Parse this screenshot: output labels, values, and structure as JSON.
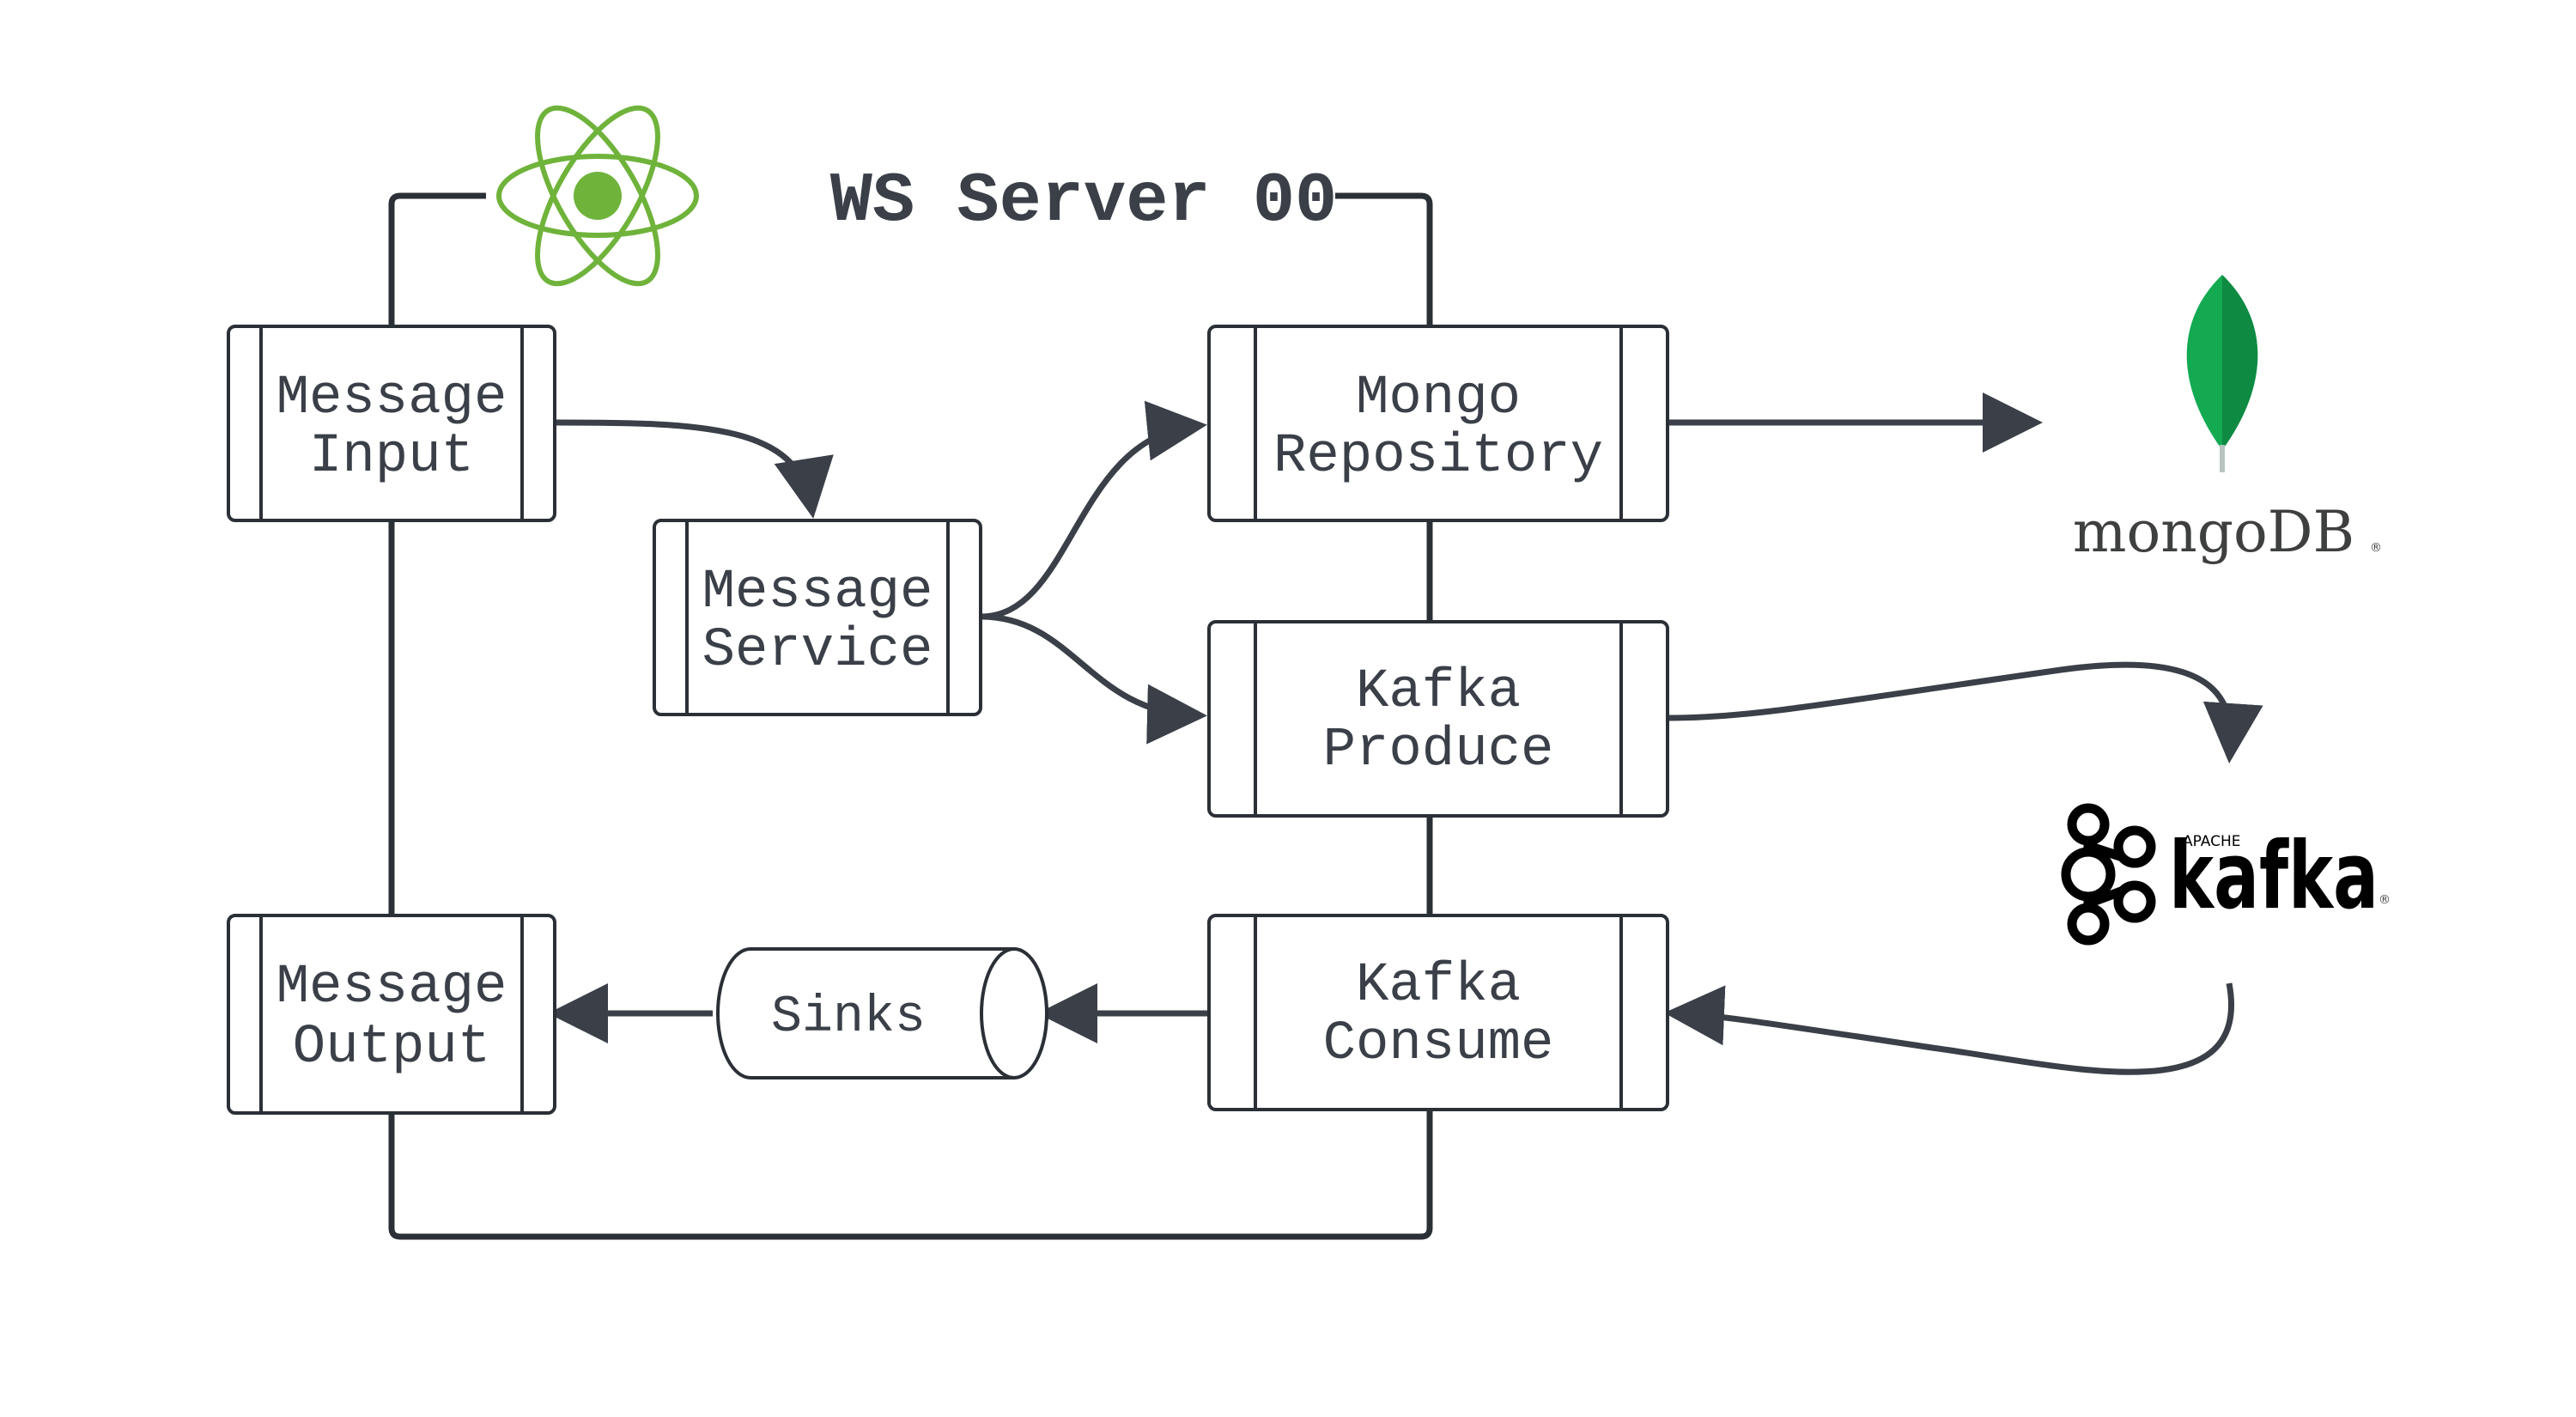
{
  "title": "WS Server 00",
  "nodes": {
    "message_input": [
      "Message",
      "Input"
    ],
    "message_service": [
      "Message",
      "Service"
    ],
    "mongo_repository": [
      "Mongo",
      "Repository"
    ],
    "kafka_produce": [
      "Kafka",
      "Produce"
    ],
    "kafka_consume": [
      "Kafka",
      "Consume"
    ],
    "message_output": [
      "Message",
      "Output"
    ],
    "sinks": "Sinks"
  },
  "logos": {
    "mongodb": "mongoDB",
    "kafka": "kafka",
    "kafka_apache": "APACHE",
    "registered": "®"
  },
  "colors": {
    "line": "#2b2f36",
    "arrow": "#3a3f48",
    "text": "#3a3f48",
    "atom_green": "#6fb33b",
    "leaf_green": "#13aa52",
    "leaf_dark": "#0f8a43"
  }
}
